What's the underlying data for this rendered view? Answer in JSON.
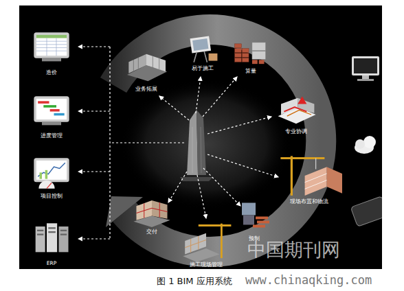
{
  "diagram": {
    "caption": "图 1 BIM 应用系统",
    "nodes": [
      {
        "text": [
          "造价"
        ]
      },
      {
        "text": [
          "进度管理"
        ]
      },
      {
        "text": [
          "项目控制"
        ]
      },
      {
        "text": [
          "ERP"
        ]
      },
      {
        "text": [
          "业务拓展"
        ]
      },
      {
        "text": [
          "易于施工"
        ]
      },
      {
        "text": [
          "算量"
        ]
      },
      {
        "text": [
          "专业协调"
        ]
      },
      {
        "text": [
          "现场布置和物流"
        ]
      },
      {
        "text": [
          "预制"
        ]
      },
      {
        "text": [
          "施工现场管理"
        ]
      },
      {
        "text": [
          "交付"
        ]
      }
    ],
    "labels": [
      "中国期刊网",
      "www.chinaqking.com"
    ]
  }
}
